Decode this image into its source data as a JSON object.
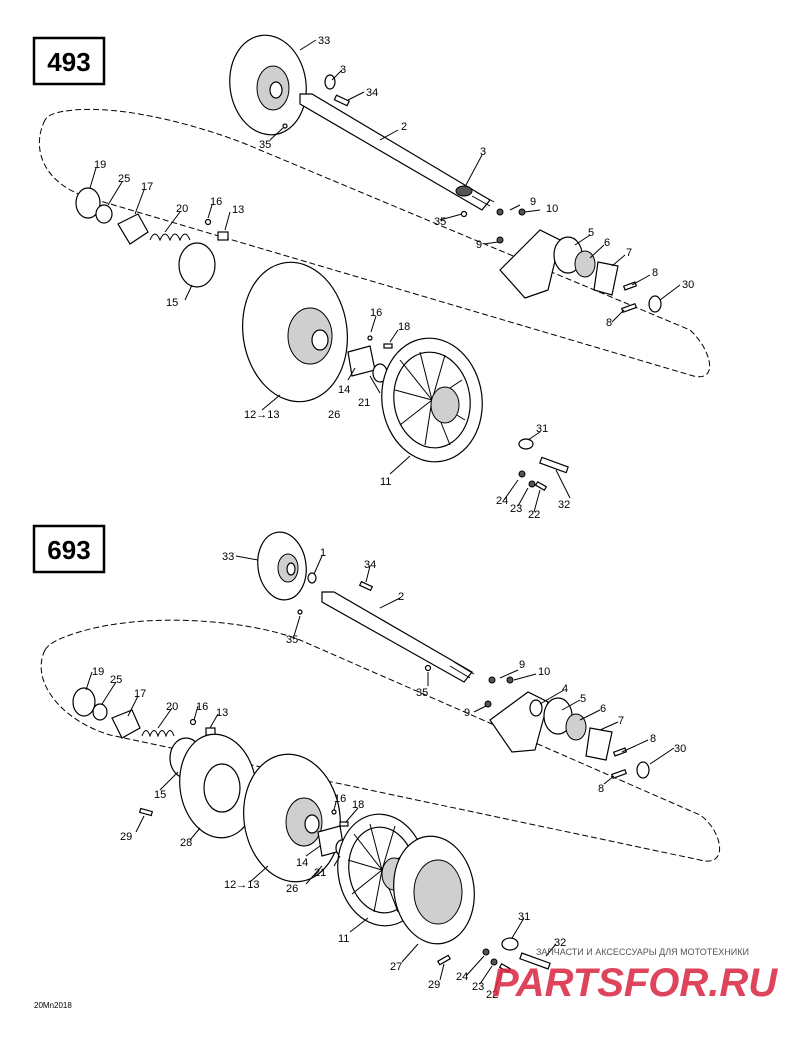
{
  "diagram_a": {
    "model": "493",
    "callouts": [
      "33",
      "3",
      "34",
      "35",
      "2",
      "3",
      "19",
      "25",
      "17",
      "20",
      "16",
      "13",
      "35",
      "9",
      "10",
      "9",
      "5",
      "6",
      "7",
      "8",
      "30",
      "8",
      "15",
      "16",
      "18",
      "12→13",
      "14",
      "26",
      "21",
      "11",
      "31",
      "24",
      "23",
      "22",
      "32"
    ]
  },
  "diagram_b": {
    "model": "693",
    "callouts": [
      "33",
      "1",
      "34",
      "35",
      "2",
      "9",
      "10",
      "35",
      "19",
      "25",
      "17",
      "20",
      "16",
      "13",
      "9",
      "4",
      "5",
      "6",
      "7",
      "8",
      "30",
      "8",
      "15",
      "29",
      "28",
      "16",
      "18",
      "14",
      "12→13",
      "26",
      "21",
      "11",
      "31",
      "32",
      "27",
      "29",
      "24",
      "23",
      "22"
    ]
  },
  "reference_code": "20Mn2018",
  "watermark": {
    "subtitle": "ЗАПЧАСТИ И АКСЕССУАРЫ ДЛЯ МОТОТЕХНИКИ",
    "brand": "PARTSFOR.RU"
  }
}
